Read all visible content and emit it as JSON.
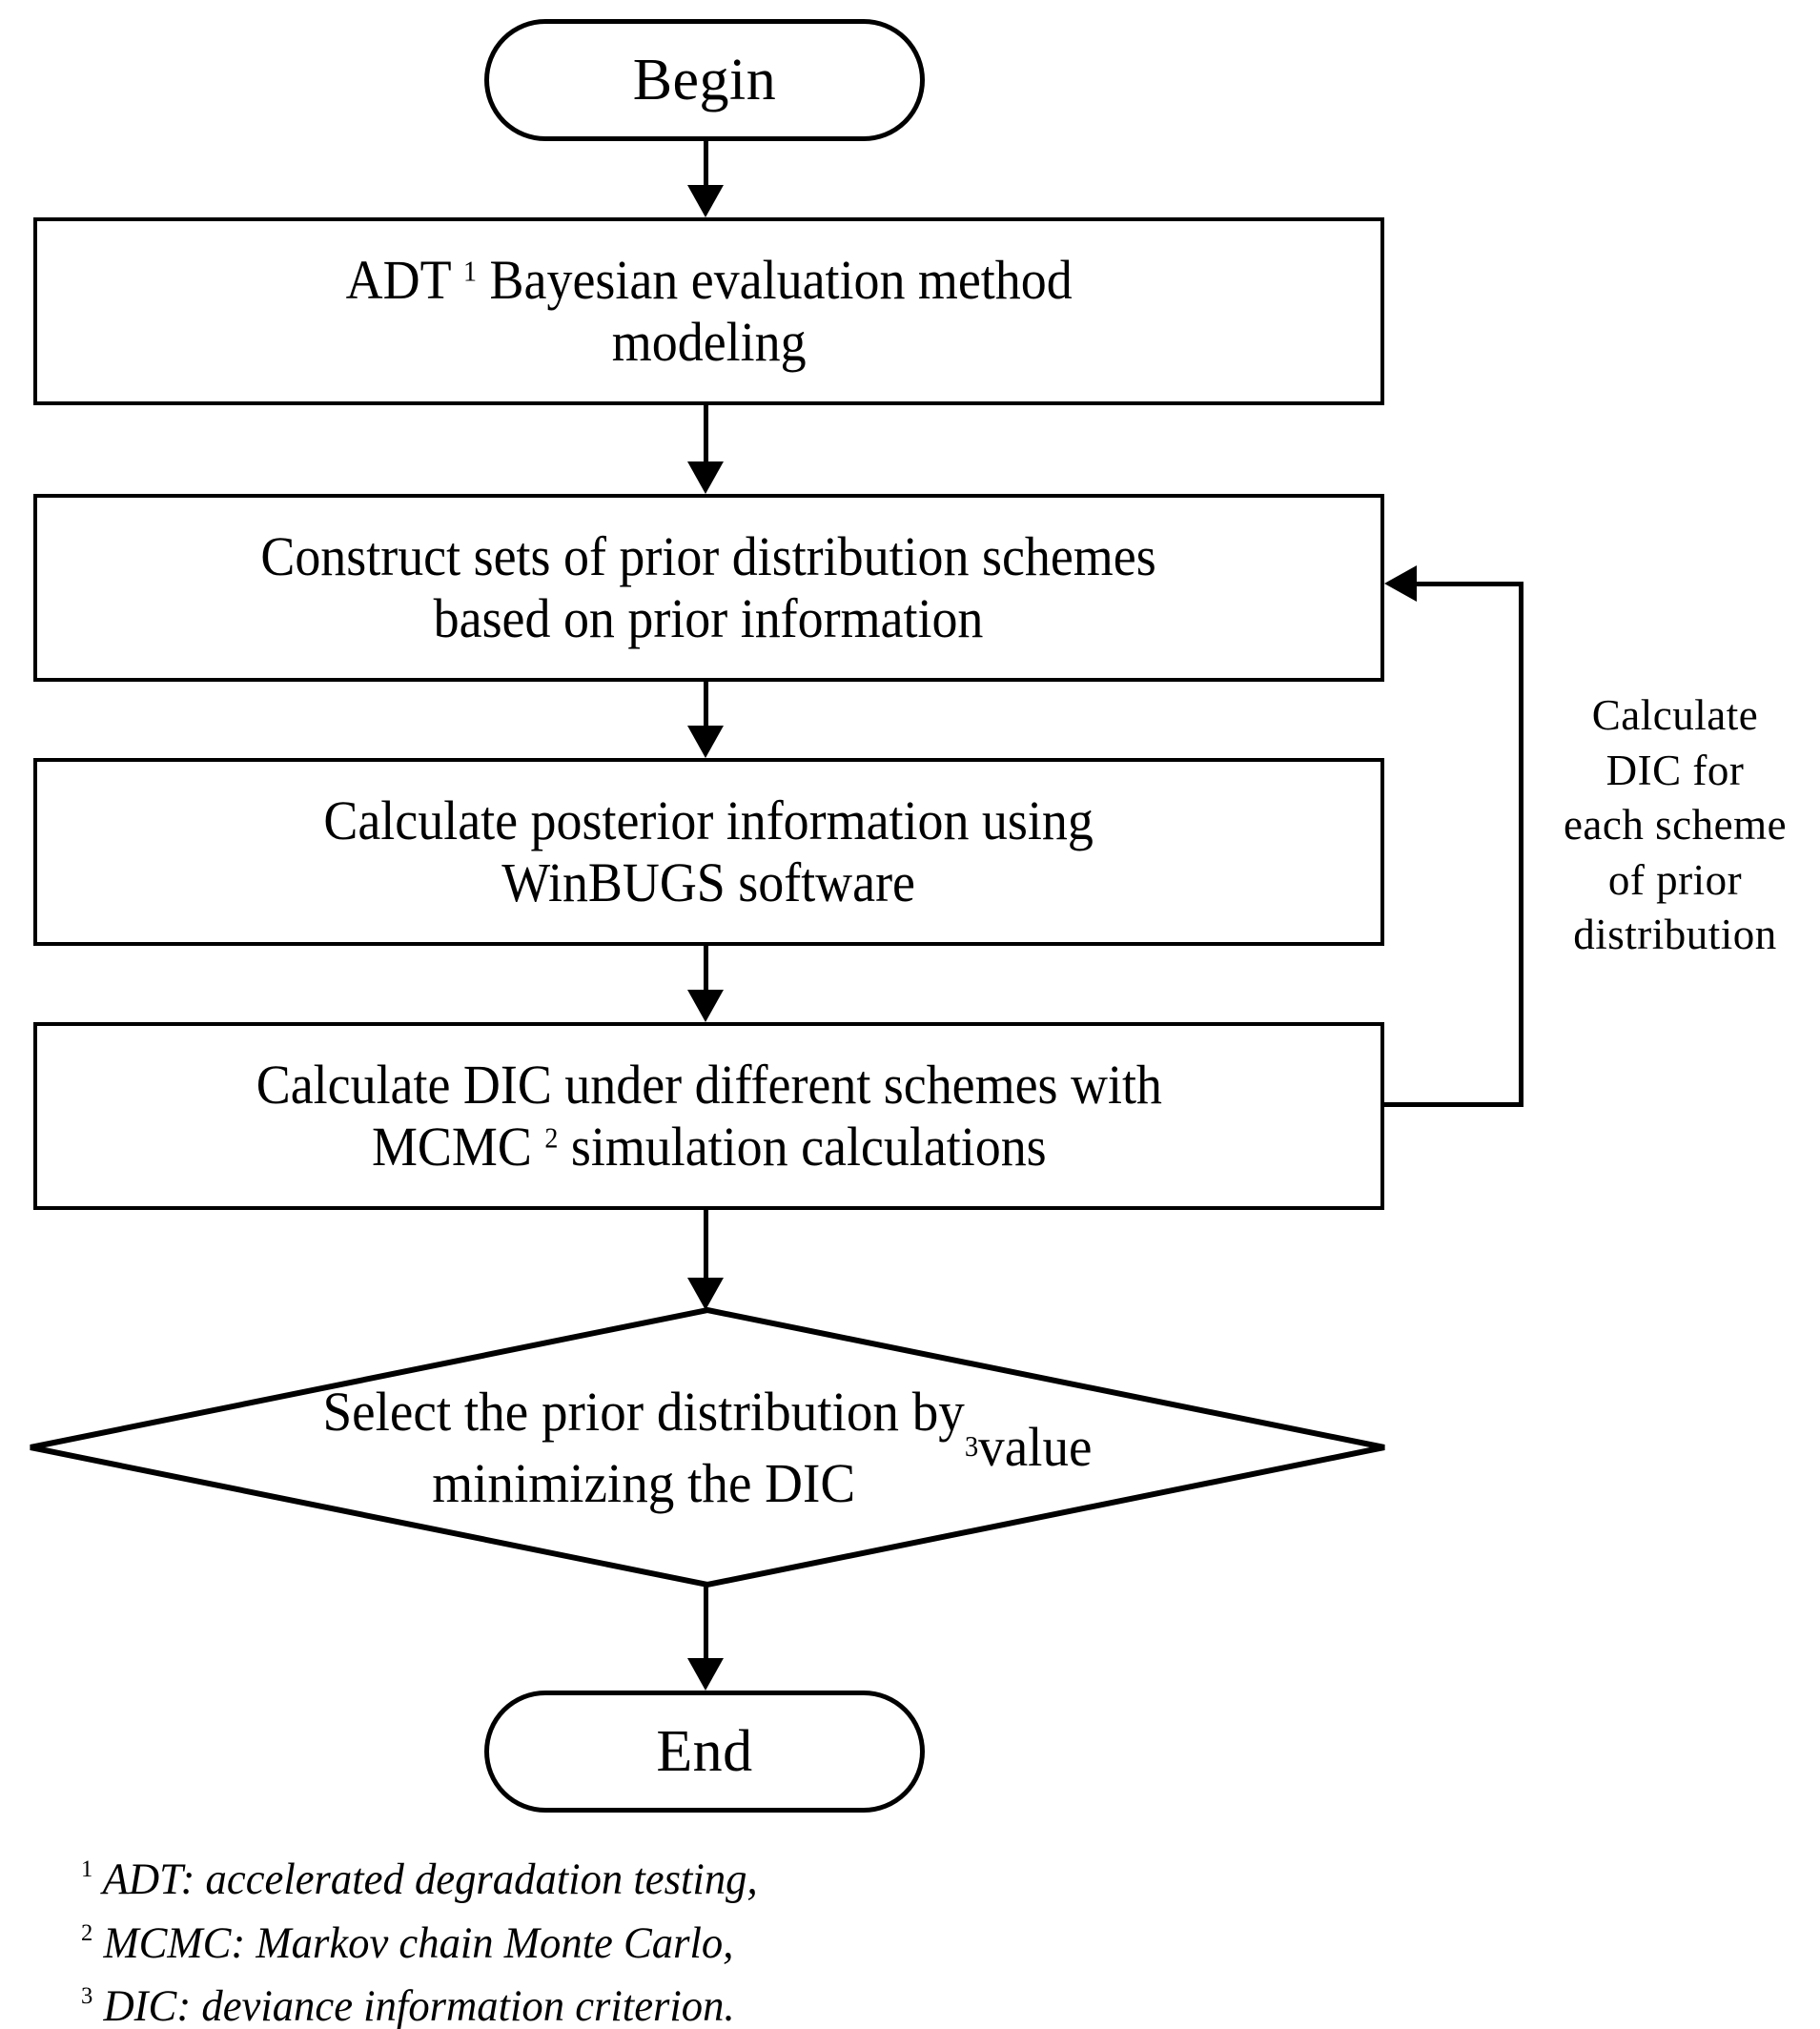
{
  "diagram": {
    "title": "ADT Bayesian evaluation flowchart",
    "line_color": "#000000",
    "background": "#ffffff",
    "nodes": {
      "begin": {
        "label": "Begin",
        "shape": "terminator"
      },
      "step1": {
        "label_pre": "ADT ",
        "sup": "1",
        "label_post": " Bayesian evaluation method\nmodeling",
        "shape": "process"
      },
      "step2": {
        "label": "Construct sets of prior distribution schemes\nbased on prior information",
        "shape": "process"
      },
      "step3": {
        "label": "Calculate posterior information using\nWinBUGS software",
        "shape": "process"
      },
      "step4": {
        "label_pre": "Calculate DIC under different schemes with\nMCMC ",
        "sup": "2",
        "label_post": " simulation calculations",
        "shape": "process"
      },
      "decision": {
        "label_pre": "Select the prior distribution by\nminimizing the DIC ",
        "sup": "3",
        "label_post": " value",
        "shape": "decision"
      },
      "end": {
        "label": "End",
        "shape": "terminator"
      }
    },
    "side_note": {
      "text": "Calculate\nDIC  for\neach scheme\nof prior\ndistribution"
    },
    "footnotes": [
      {
        "marker": "1",
        "text": " ADT: accelerated degradation testing,"
      },
      {
        "marker": "2",
        "text": " MCMC: Markov chain Monte Carlo,"
      },
      {
        "marker": "3",
        "text": " DIC: deviance information criterion."
      }
    ]
  }
}
